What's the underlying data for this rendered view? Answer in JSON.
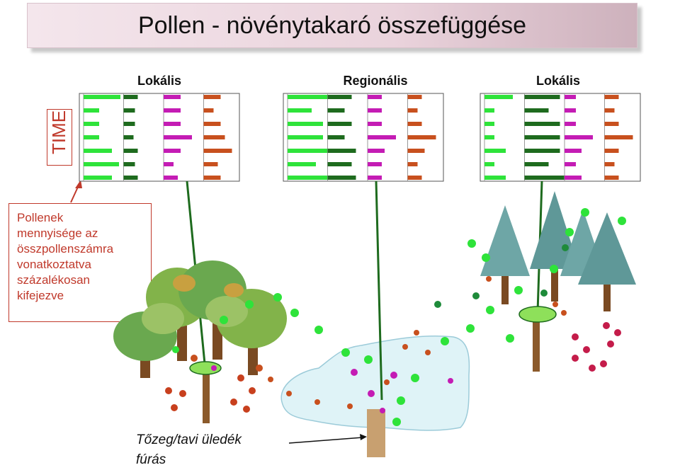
{
  "title": "Pollen - növénytakaró összefüggése",
  "columns": [
    {
      "label": "Lokális"
    },
    {
      "label": "Regionális"
    },
    {
      "label": "Lokális"
    }
  ],
  "axis_label": "TIME",
  "note_lines": [
    "Pollenek",
    "mennyisége az",
    "összpollenszámra",
    "vonatkoztatva",
    "százalékosan",
    "kifejezve"
  ],
  "bottom_label_lines": [
    "Tőzeg/tavi üledék",
    "fúrás"
  ],
  "colors": {
    "light_green": "#2ee33a",
    "dark_green": "#1e6b1e",
    "magenta": "#c41cb4",
    "orange": "#c8501e",
    "accent_red": "#c0392b",
    "lake": "#dff3f7"
  }
}
